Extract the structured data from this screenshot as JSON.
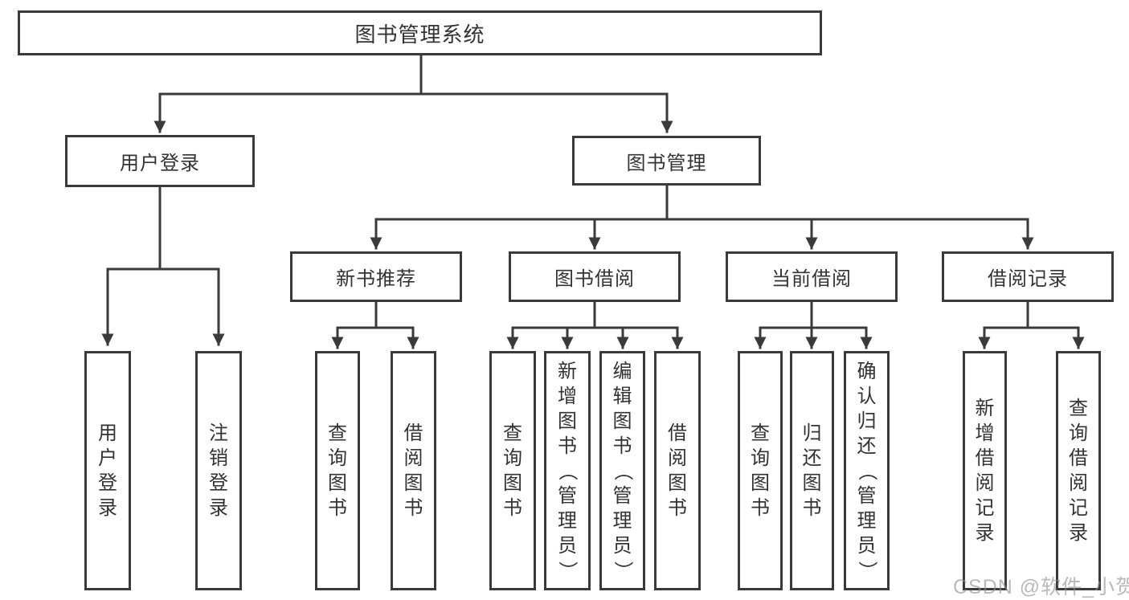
{
  "diagram": {
    "title": "图书管理系统",
    "colors": {
      "line": "#3a3a3a",
      "box_background": "#ffffff",
      "text": "#333333",
      "watermark": "#8f8f8f"
    },
    "nodes": {
      "root": {
        "label": "图书管理系统"
      },
      "user_login": {
        "label": "用户登录"
      },
      "book_management": {
        "label": "图书管理"
      },
      "new_book_recommend": {
        "label": "新书推荐"
      },
      "book_borrow": {
        "label": "图书借阅"
      },
      "current_borrow": {
        "label": "当前借阅"
      },
      "borrow_records": {
        "label": "借阅记录"
      },
      "leaf_user_login": {
        "label": "用户登录"
      },
      "leaf_logout": {
        "label": "注销登录"
      },
      "leaf_rec_query_books": {
        "label": "查询图书"
      },
      "leaf_rec_borrow_books": {
        "label": "借阅图书"
      },
      "leaf_bb_query_books": {
        "label": "查询图书"
      },
      "leaf_bb_add_books": {
        "label": "新增图书（管理员）"
      },
      "leaf_bb_edit_books": {
        "label": "编辑图书（管理员）"
      },
      "leaf_bb_borrow_books": {
        "label": "借阅图书"
      },
      "leaf_cb_query_books": {
        "label": "查询图书"
      },
      "leaf_cb_return_books": {
        "label": "归还图书"
      },
      "leaf_cb_confirm_return": {
        "label": "确认归还（管理员）"
      },
      "leaf_br_add_record": {
        "label": "新增借阅记录"
      },
      "leaf_br_query_record": {
        "label": "查询借阅记录"
      }
    }
  },
  "watermark": "CSDN @软件_小贺同学"
}
